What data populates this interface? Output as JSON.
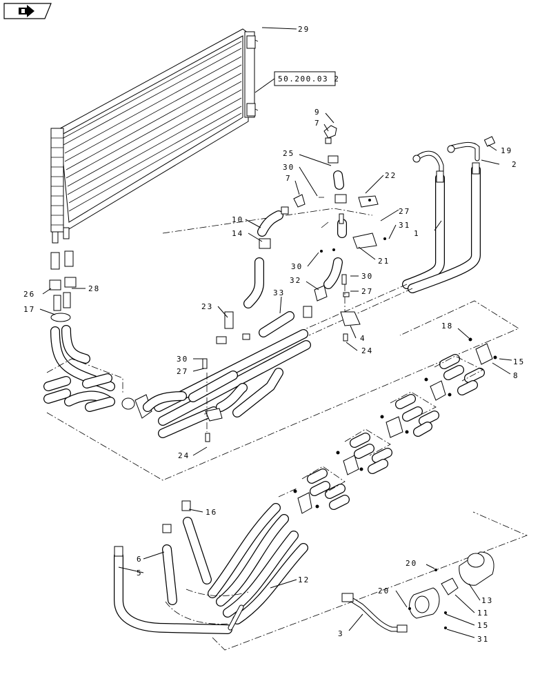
{
  "reference_box": "50.200.03 2",
  "callouts": {
    "c1": "1",
    "c2": "2",
    "c3": "3",
    "c4": "4",
    "c5": "5",
    "c6": "6",
    "c7a": "7",
    "c7b": "7",
    "c8": "8",
    "c9": "9",
    "c10": "10",
    "c11": "11",
    "c12": "12",
    "c13": "13",
    "c14": "14",
    "c15a": "15",
    "c15b": "15",
    "c16": "16",
    "c17": "17",
    "c18": "18",
    "c19": "19",
    "c20a": "20",
    "c20b": "20",
    "c21": "21",
    "c22": "22",
    "c23": "23",
    "c24a": "24",
    "c24b": "24",
    "c25": "25",
    "c26": "26",
    "c27a": "27",
    "c27b": "27",
    "c27c": "27",
    "c28": "28",
    "c29": "29",
    "c30a": "30",
    "c30b": "30",
    "c30c": "30",
    "c30d": "30",
    "c31a": "31",
    "c31b": "31",
    "c32": "32",
    "c33": "33"
  },
  "icons": {
    "nav": "next-page-arrow-icon"
  }
}
